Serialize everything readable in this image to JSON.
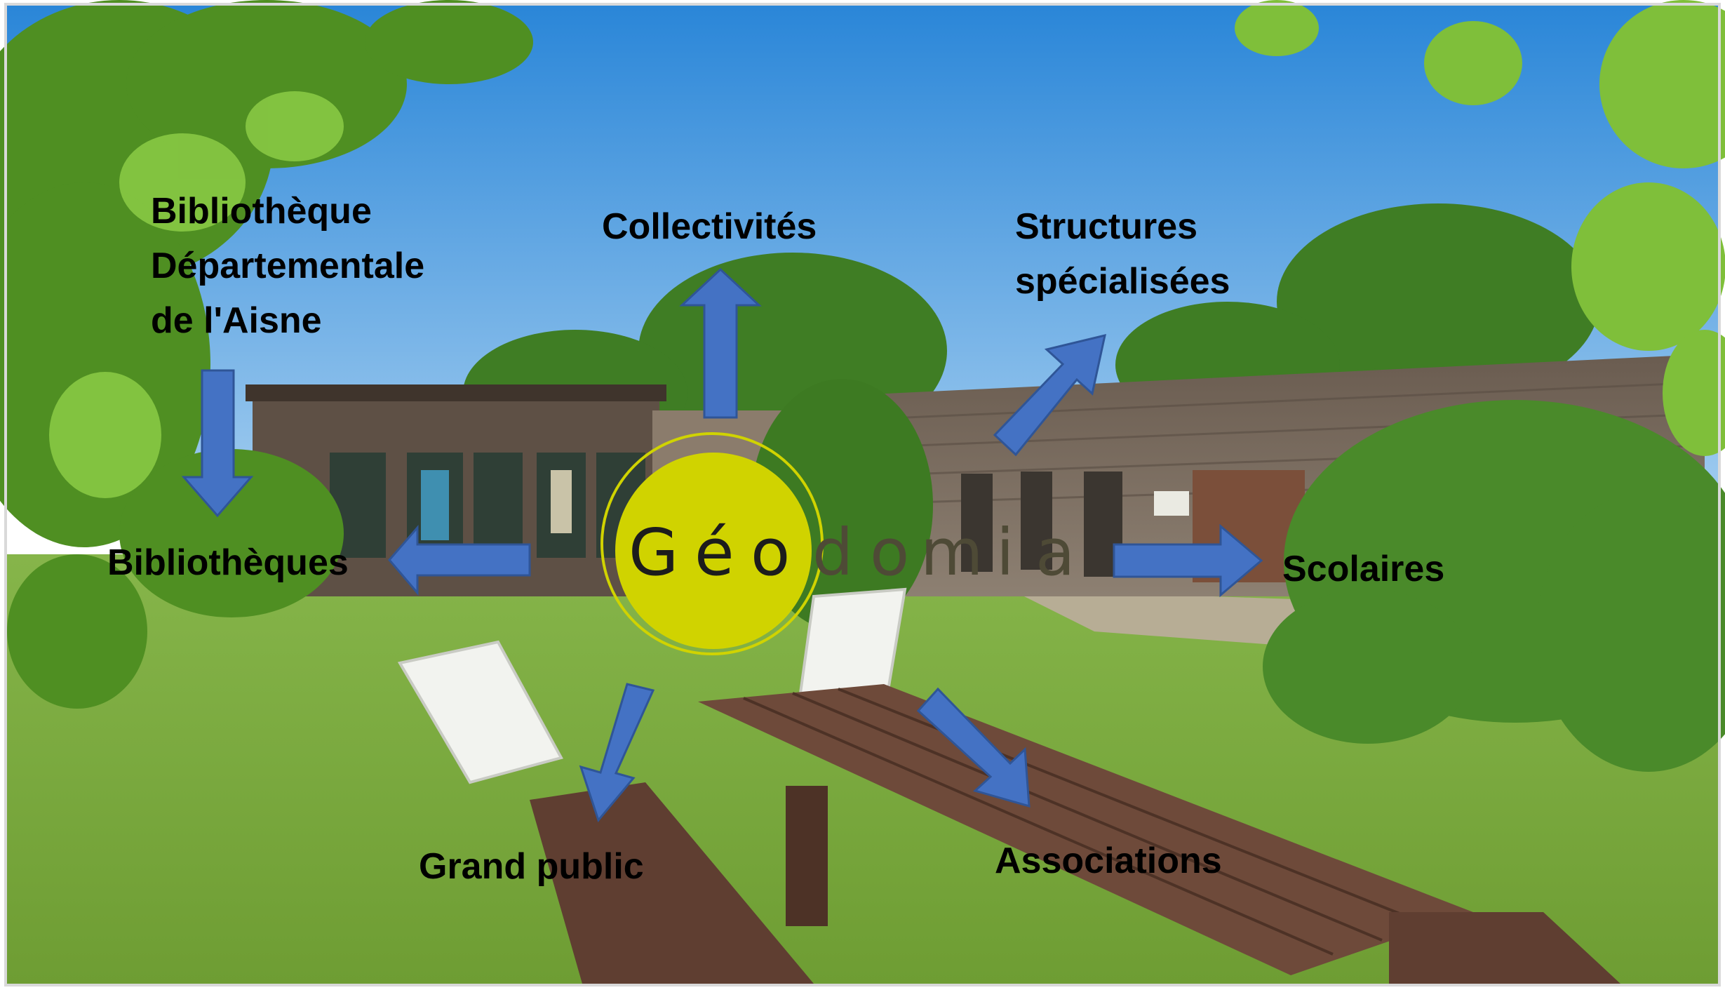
{
  "logo": {
    "letters": [
      "G",
      "é",
      "o",
      "d",
      "o",
      "m",
      "i",
      "a"
    ],
    "circle_color": "#d0d300",
    "dark_letter_color": "#1c1c1c",
    "light_letter_color": "#4e4a36"
  },
  "labels": {
    "bibliotheque_departementale": [
      "Bibliothèque",
      "Départementale",
      "de l'Aisne"
    ],
    "collectivites": "Collectivités",
    "structures_specialisees": [
      "Structures",
      "spécialisées"
    ],
    "bibliotheques": "Bibliothèques",
    "scolaires": "Scolaires",
    "grand_public": "Grand public",
    "associations": "Associations"
  },
  "colors": {
    "arrow_fill": "#4472c4",
    "arrow_stroke": "#2f5597",
    "sky_top": "#2a86d8",
    "sky_bottom": "#8fc3ef",
    "lawn": "#7cab3e",
    "foliage": "#4f8f22",
    "wood_wall": "#7d6e60",
    "table_wood": "#6e4a3a"
  }
}
